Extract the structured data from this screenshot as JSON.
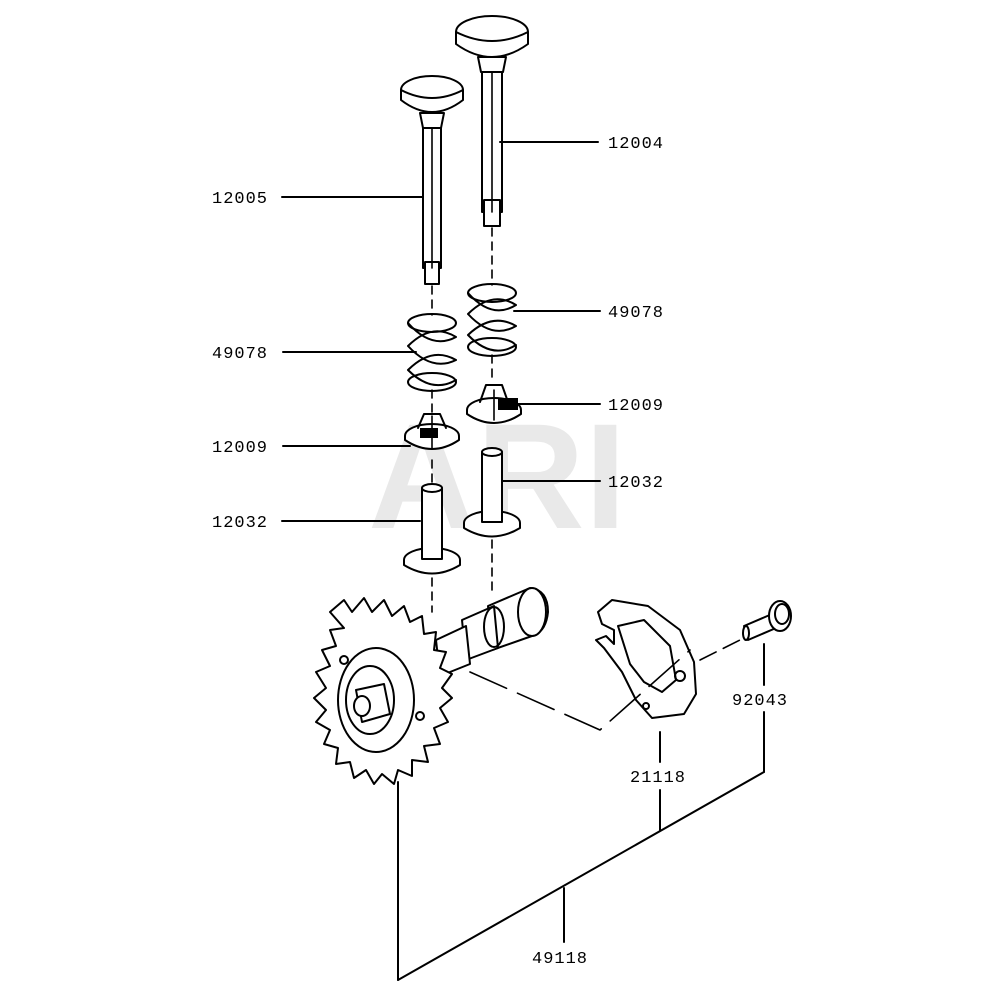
{
  "watermark": "ARI",
  "part_numbers": {
    "valve_exhaust": "12004",
    "valve_intake": "12005",
    "spring_left": "49078",
    "spring_right": "49078",
    "retainer_left": "12009",
    "retainer_right": "12009",
    "tappet_left": "12032",
    "tappet_right": "12032",
    "pin": "92043",
    "weight": "21118",
    "camshaft_assembly": "49118"
  }
}
